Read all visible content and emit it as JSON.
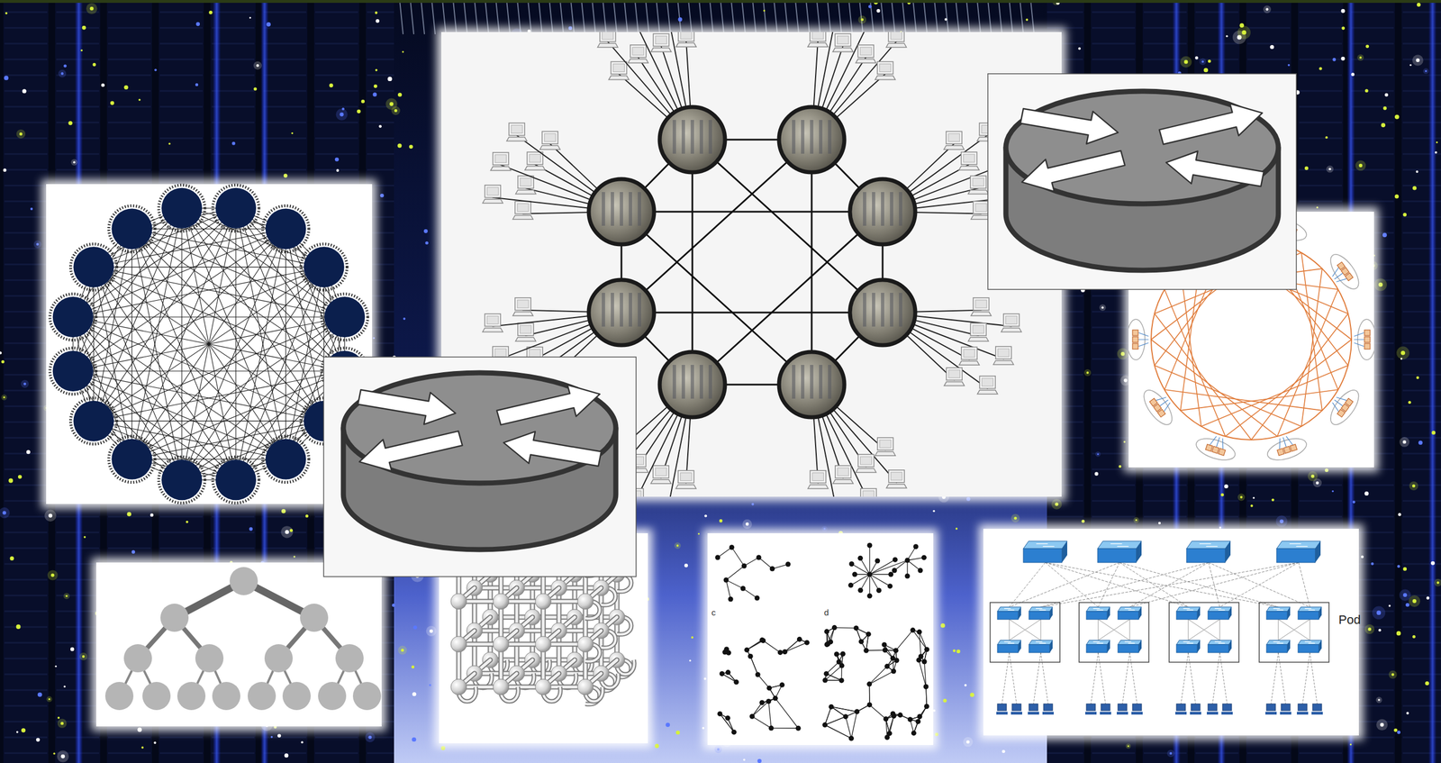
{
  "diagram": {
    "labels": [
      "c",
      "d",
      "Pod"
    ]
  }
}
